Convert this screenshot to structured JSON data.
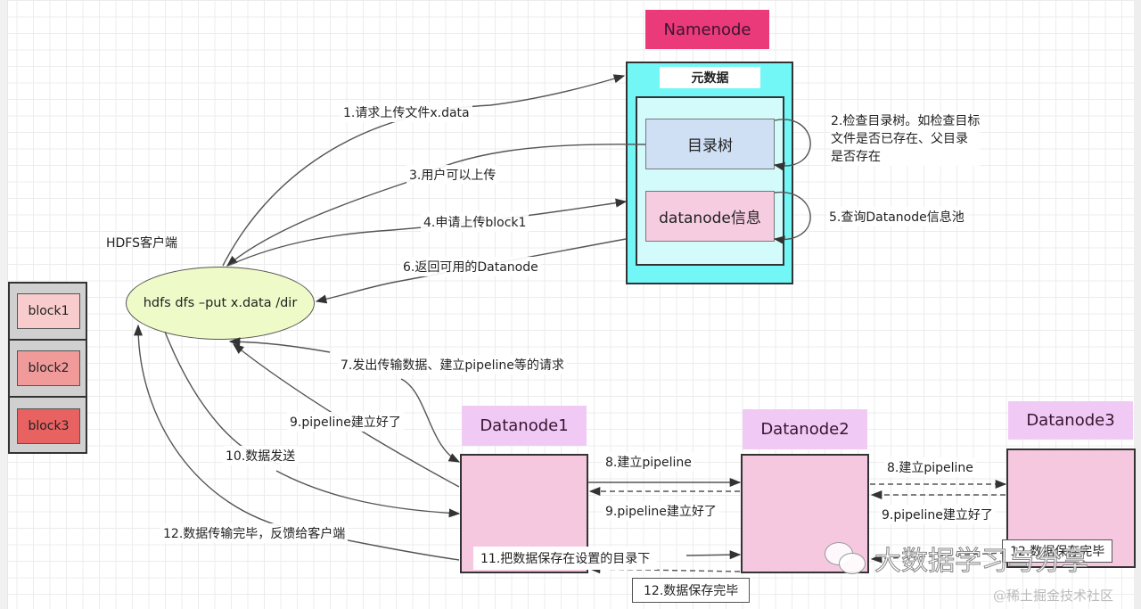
{
  "namenode": {
    "title": "Namenode",
    "metadata_label": "元数据",
    "directory_tree": "目录树",
    "datanode_info": "datanode信息",
    "colors": {
      "title_bg": "#ea3a7a",
      "outer_bg": "#73f6f6",
      "inner_bg": "#d3fbfb",
      "dir_tree_bg": "#cfe0f5",
      "dn_info_bg": "#f6cce0"
    }
  },
  "client": {
    "label": "HDFS客户端",
    "command": "hdfs dfs –put x.data /dir",
    "color": "#eefac8"
  },
  "blocks": [
    {
      "label": "block1",
      "color": "#f8cccc"
    },
    {
      "label": "block2",
      "color": "#f19a9a"
    },
    {
      "label": "block3",
      "color": "#e86262"
    }
  ],
  "datanodes": [
    {
      "title": "Datanode1"
    },
    {
      "title": "Datanode2"
    },
    {
      "title": "Datanode3"
    }
  ],
  "datanode_colors": {
    "title_bg": "#f1c9f5",
    "body_bg": "#f6c8e0"
  },
  "steps": {
    "s1": "1.请求上传文件x.data",
    "s2_line1": "2.检查目录树。如检查目标",
    "s2_line2": "文件是否已存在、父目录",
    "s2_line3": "是否存在",
    "s3": "3.用户可以上传",
    "s4": "4.申请上传block1",
    "s5": "5.查询Datanode信息池",
    "s6": "6.返回可用的Datanode",
    "s7": "7.发出传输数据、建立pipeline等的请求",
    "s8a": "8.建立pipeline",
    "s8b": "8.建立pipeline",
    "s9_client": "9.pipeline建立好了",
    "s9a": "9.pipeline建立好了",
    "s9b": "9.pipeline建立好了",
    "s10": "10.数据发送",
    "s11": "11.把数据保存在设置的目录下",
    "s12_dn2": "12.数据保存完毕",
    "s12_dn3": "12.数据保存完毕",
    "s12_client": "12.数据传输完毕，反馈给客户端"
  },
  "watermark": {
    "wechat": "大数据学习与分享",
    "site": "@稀土掘金技术社区"
  }
}
